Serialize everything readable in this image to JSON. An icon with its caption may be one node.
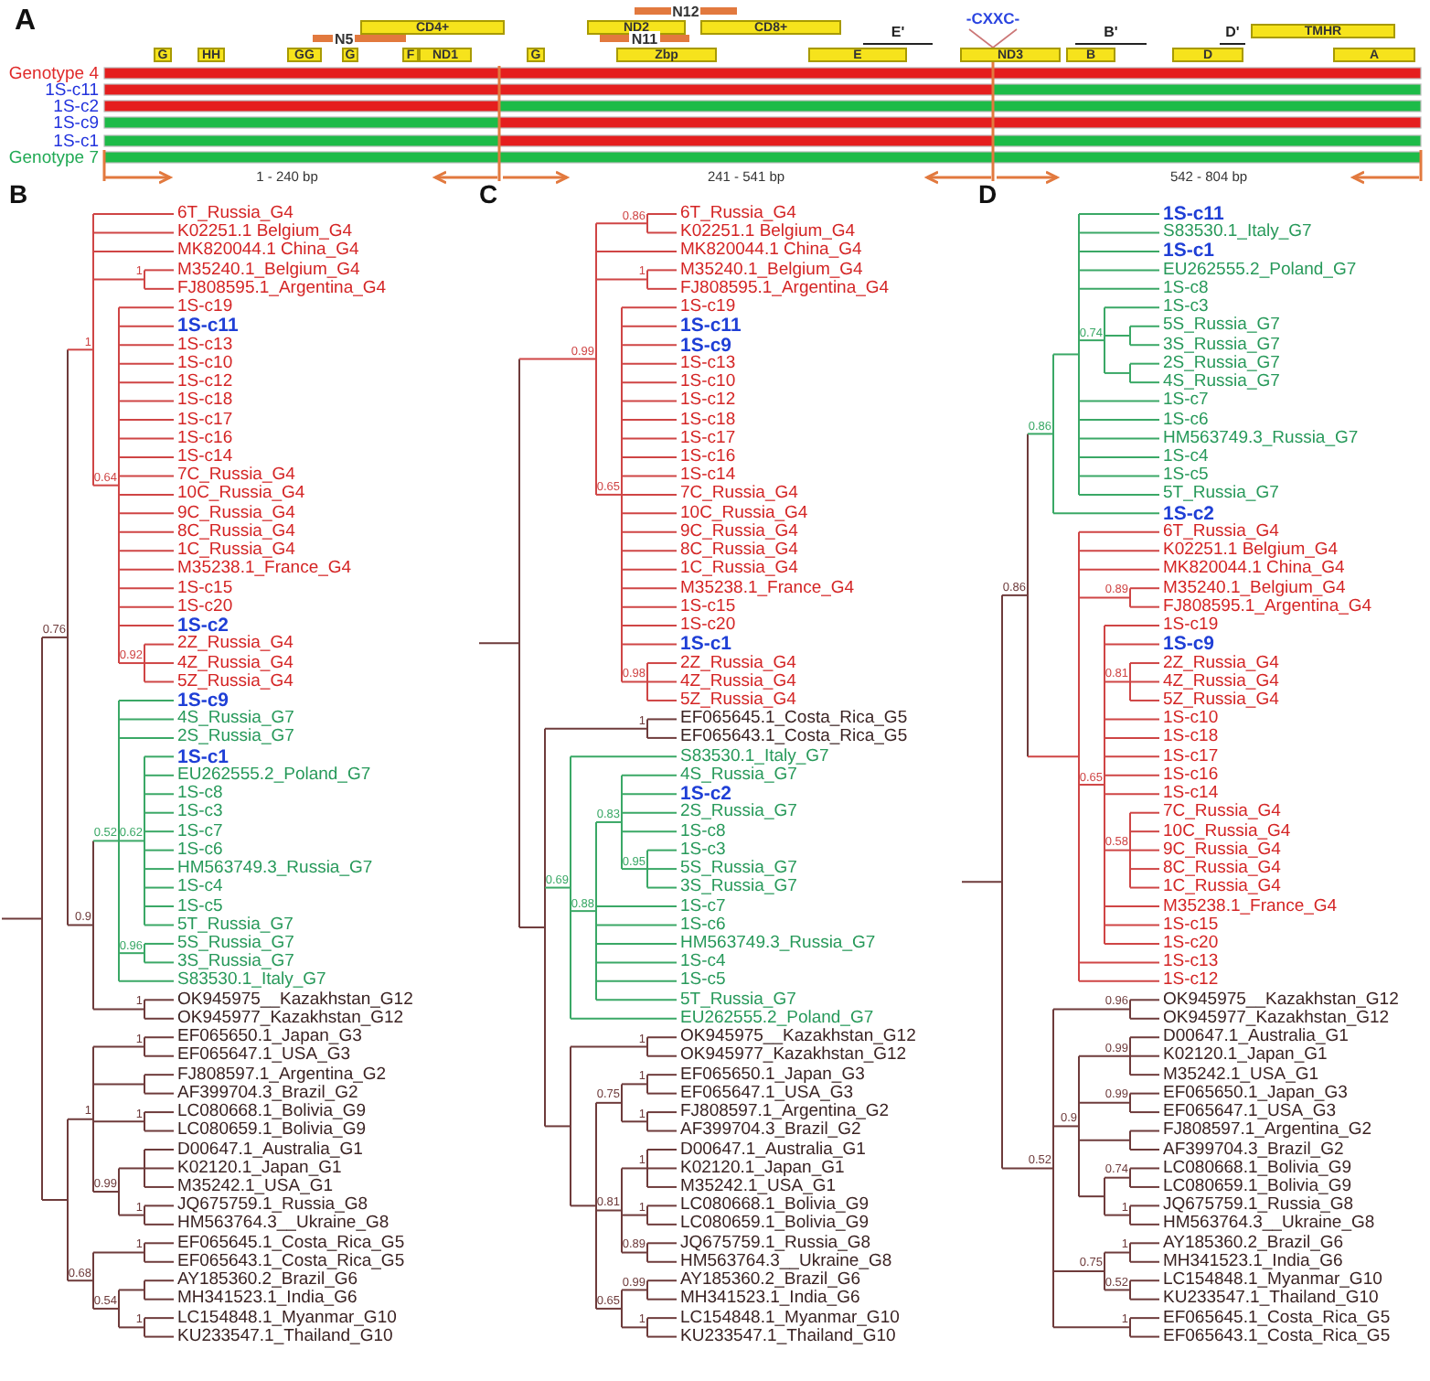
{
  "diagram": {
    "nodes": [
      {
        "text": [
          "N12"
        ]
      },
      {
        "text": [
          "-CXXC-"
        ]
      },
      {
        "text": [
          "CD4+"
        ]
      },
      {
        "text": [
          "ND2"
        ]
      },
      {
        "text": [
          "CD8+"
        ]
      },
      {
        "text": [
          "TMHR"
        ]
      },
      {
        "text": [
          "N5"
        ]
      },
      {
        "text": [
          "N11"
        ]
      },
      {
        "text": [
          "G"
        ]
      },
      {
        "text": [
          "HH"
        ]
      },
      {
        "text": [
          "GG"
        ]
      },
      {
        "text": [
          "G"
        ]
      },
      {
        "text": [
          "F"
        ]
      },
      {
        "text": [
          "ND1"
        ]
      },
      {
        "text": [
          "G"
        ]
      },
      {
        "text": [
          "Zbp"
        ]
      },
      {
        "text": [
          "E"
        ]
      },
      {
        "text": [
          "ND3"
        ]
      },
      {
        "text": [
          "B"
        ]
      },
      {
        "text": [
          "D"
        ]
      },
      {
        "text": [
          "A"
        ]
      }
    ],
    "edges": [
      {
        "from": 1,
        "to": 17,
        "arrow": "none"
      }
    ],
    "labels": [
      "A",
      "E'",
      "B'",
      "D'",
      "Genotype 4",
      "1S-c11",
      "1S-c2",
      "1S-c9",
      "1S-c1",
      "Genotype 7",
      "1 - 240 bp",
      "241 - 541 bp",
      "542 - 804 bp",
      "B",
      "6T_Russia_G4",
      "K02251.1 Belgium_G4",
      "MK820044.1 China_G4",
      "M35240.1_Belgium_G4",
      "FJ808595.1_Argentina_G4",
      "1S-c19",
      "1S-c11",
      "1S-c13",
      "1S-c10",
      "1S-c12",
      "1S-c18",
      "1S-c17",
      "1S-c16",
      "1S-c14",
      "7C_Russia_G4",
      "10C_Russia_G4",
      "9C_Russia_G4",
      "8C_Russia_G4",
      "1C_Russia_G4",
      "M35238.1_France_G4",
      "1S-c15",
      "1S-c20",
      "1S-c2",
      "2Z_Russia_G4",
      "4Z_Russia_G4",
      "5Z_Russia_G4",
      "1S-c9",
      "4S_Russia_G7",
      "2S_Russia_G7",
      "1S-c1",
      "EU262555.2_Poland_G7",
      "1S-c8",
      "1S-c3",
      "1S-c7",
      "1S-c6",
      "HM563749.3_Russia_G7",
      "1S-c4",
      "1S-c5",
      "5T_Russia_G7",
      "5S_Russia_G7",
      "3S_Russia_G7",
      "S83530.1_Italy_G7",
      "OK945975__Kazakhstan_G12",
      "OK945977_Kazakhstan_G12",
      "EF065650.1_Japan_G3",
      "EF065647.1_USA_G3",
      "FJ808597.1_Argentina_G2",
      "AF399704.3_Brazil_G2",
      "LC080668.1_Bolivia_G9",
      "LC080659.1_Bolivia_G9",
      "D00647.1_Australia_G1",
      "K02120.1_Japan_G1",
      "M35242.1_USA_G1",
      "JQ675759.1_Russia_G8",
      "HM563764.3__Ukraine_G8",
      "EF065645.1_Costa_Rica_G5",
      "EF065643.1_Costa_Rica_G5",
      "AY185360.2_Brazil_G6",
      "MH341523.1_India_G6",
      "LC154848.1_Myanmar_G10",
      "KU233547.1_Thailand_G10",
      "1",
      "1",
      "0.64",
      "0.92",
      "0.52",
      "0.76",
      "0.62",
      "0.9",
      "0.96",
      "1",
      "1",
      "1",
      "1",
      "0.99",
      "1",
      "1",
      "0.68",
      "0.54",
      "1",
      "C",
      "6T_Russia_G4",
      "K02251.1 Belgium_G4",
      "MK820044.1 China_G4",
      "M35240.1_Belgium_G4",
      "FJ808595.1_Argentina_G4",
      "1S-c19",
      "1S-c11",
      "1S-c9",
      "1S-c13",
      "1S-c10",
      "1S-c12",
      "1S-c18",
      "1S-c17",
      "1S-c16",
      "1S-c14",
      "7C_Russia_G4",
      "10C_Russia_G4",
      "9C_Russia_G4",
      "8C_Russia_G4",
      "1C_Russia_G4",
      "M35238.1_France_G4",
      "1S-c15",
      "1S-c20",
      "1S-c1",
      "2Z_Russia_G4",
      "4Z_Russia_G4",
      "5Z_Russia_G4",
      "EF065645.1_Costa_Rica_G5",
      "EF065643.1_Costa_Rica_G5",
      "S83530.1_Italy_G7",
      "4S_Russia_G7",
      "1S-c2",
      "2S_Russia_G7",
      "1S-c8",
      "1S-c3",
      "5S_Russia_G7",
      "3S_Russia_G7",
      "1S-c7",
      "1S-c6",
      "HM563749.3_Russia_G7",
      "1S-c4",
      "1S-c5",
      "5T_Russia_G7",
      "EU262555.2_Poland_G7",
      "OK945975__Kazakhstan_G12",
      "OK945977_Kazakhstan_G12",
      "EF065650.1_Japan_G3",
      "EF065647.1_USA_G3",
      "FJ808597.1_Argentina_G2",
      "AF399704.3_Brazil_G2",
      "D00647.1_Australia_G1",
      "K02120.1_Japan_G1",
      "M35242.1_USA_G1",
      "LC080668.1_Bolivia_G9",
      "LC080659.1_Bolivia_G9",
      "JQ675759.1_Russia_G8",
      "HM563764.3__Ukraine_G8",
      "AY185360.2_Brazil_G6",
      "MH341523.1_India_G6",
      "LC154848.1_Myanmar_G10",
      "KU233547.1_Thailand_G10",
      "0.86",
      "1",
      "0.99",
      "0.65",
      "0.98",
      "1",
      "0.69",
      "0.95",
      "0.83",
      "0.88",
      "1",
      "1",
      "0.75",
      "1",
      "1",
      "0.81",
      "1",
      "0.89",
      "0.99",
      "0.65",
      "1",
      "D",
      "1S-c11",
      "S83530.1_Italy_G7",
      "1S-c1",
      "EU262555.2_Poland_G7",
      "1S-c8",
      "1S-c3",
      "5S_Russia_G7",
      "3S_Russia_G7",
      "2S_Russia_G7",
      "4S_Russia_G7",
      "1S-c7",
      "1S-c6",
      "HM563749.3_Russia_G7",
      "1S-c4",
      "1S-c5",
      "5T_Russia_G7",
      "1S-c2",
      "6T_Russia_G4",
      "K02251.1 Belgium_G4",
      "MK820044.1 China_G4",
      "M35240.1_Belgium_G4",
      "FJ808595.1_Argentina_G4",
      "1S-c19",
      "1S-c9",
      "2Z_Russia_G4",
      "4Z_Russia_G4",
      "5Z_Russia_G4",
      "1S-c10",
      "1S-c18",
      "1S-c17",
      "1S-c16",
      "1S-c14",
      "7C_Russia_G4",
      "10C_Russia_G4",
      "9C_Russia_G4",
      "8C_Russia_G4",
      "1C_Russia_G4",
      "M35238.1_France_G4",
      "1S-c15",
      "1S-c20",
      "1S-c13",
      "1S-c12",
      "OK945975__Kazakhstan_G12",
      "OK945977_Kazakhstan_G12",
      "D00647.1_Australia_G1",
      "K02120.1_Japan_G1",
      "M35242.1_USA_G1",
      "EF065650.1_Japan_G3",
      "EF065647.1_USA_G3",
      "FJ808597.1_Argentina_G2",
      "AF399704.3_Brazil_G2",
      "LC080668.1_Bolivia_G9",
      "LC080659.1_Bolivia_G9",
      "JQ675759.1_Russia_G8",
      "HM563764.3__Ukraine_G8",
      "AY185360.2_Brazil_G6",
      "MH341523.1_India_G6",
      "LC154848.1_Myanmar_G10",
      "KU233547.1_Thailand_G10",
      "EF065645.1_Costa_Rica_G5",
      "EF065643.1_Costa_Rica_G5",
      "0.74",
      "0.86",
      "0.86",
      "0.89",
      "0.81",
      "0.65",
      "0.58",
      "0.96",
      "0.99",
      "0.99",
      "0.9",
      "0.74",
      "0.52",
      "1",
      "1",
      "0.75",
      "0.52",
      "1"
    ]
  }
}
